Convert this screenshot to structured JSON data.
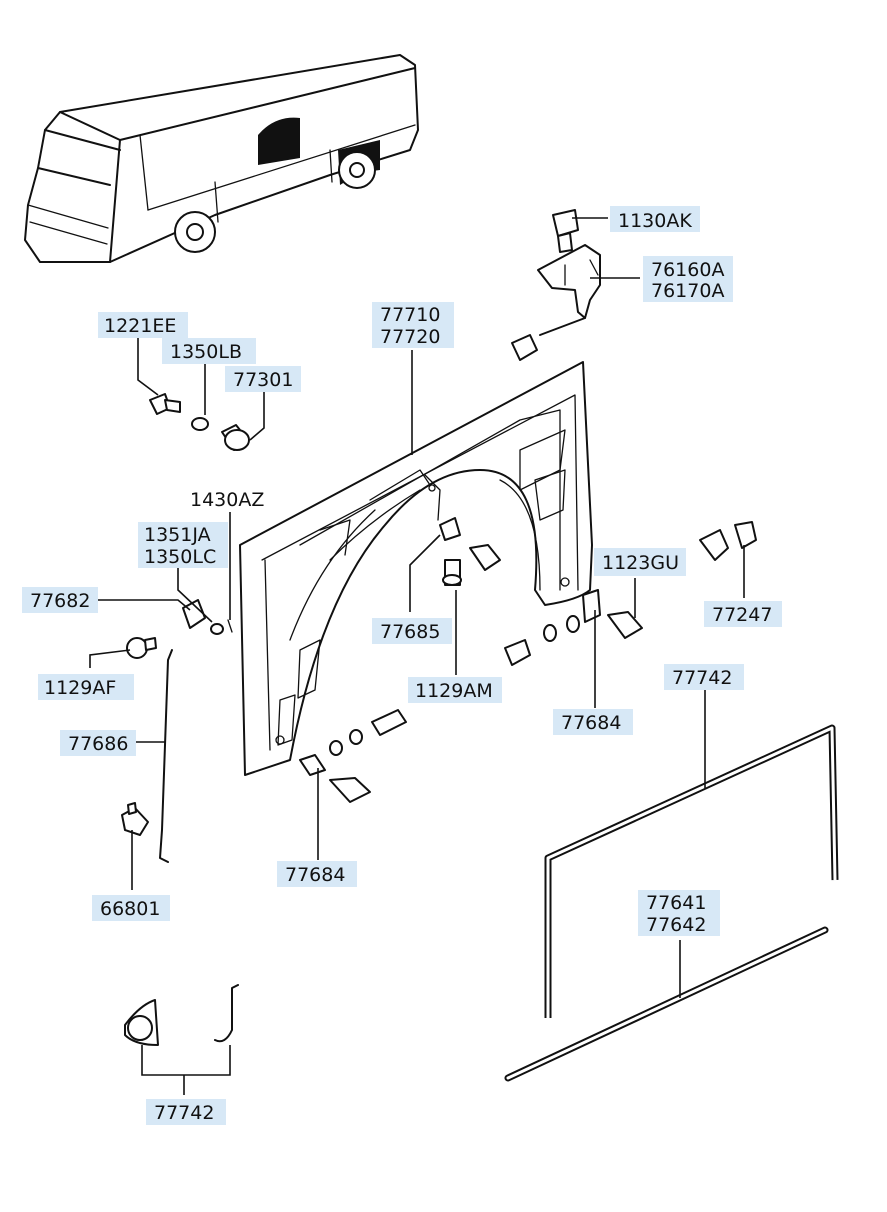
{
  "labels": {
    "p1130AK": "1130AK",
    "p76160A": "76160A",
    "p76170A": "76170A",
    "p1221EE": "1221EE",
    "p1350LB": "1350LB",
    "p77301": "77301",
    "p77710": "77710",
    "p77720": "77720",
    "p1430AZ": "1430AZ",
    "p1351JA": "1351JA",
    "p1350LC": "1350LC",
    "p77682": "77682",
    "p1129AF": "1129AF",
    "p77686": "77686",
    "p66801": "66801",
    "p77685": "77685",
    "p1129AM": "1129AM",
    "p1123GU": "1123GU",
    "p77247": "77247",
    "p77684_right": "77684",
    "p77684_bottom": "77684",
    "p77742_right": "77742",
    "p77641": "77641",
    "p77642": "77642",
    "p77742_bottom": "77742"
  },
  "colors": {
    "label_highlight": "#d7e8f6",
    "line": "#111111",
    "background": "#ffffff"
  }
}
